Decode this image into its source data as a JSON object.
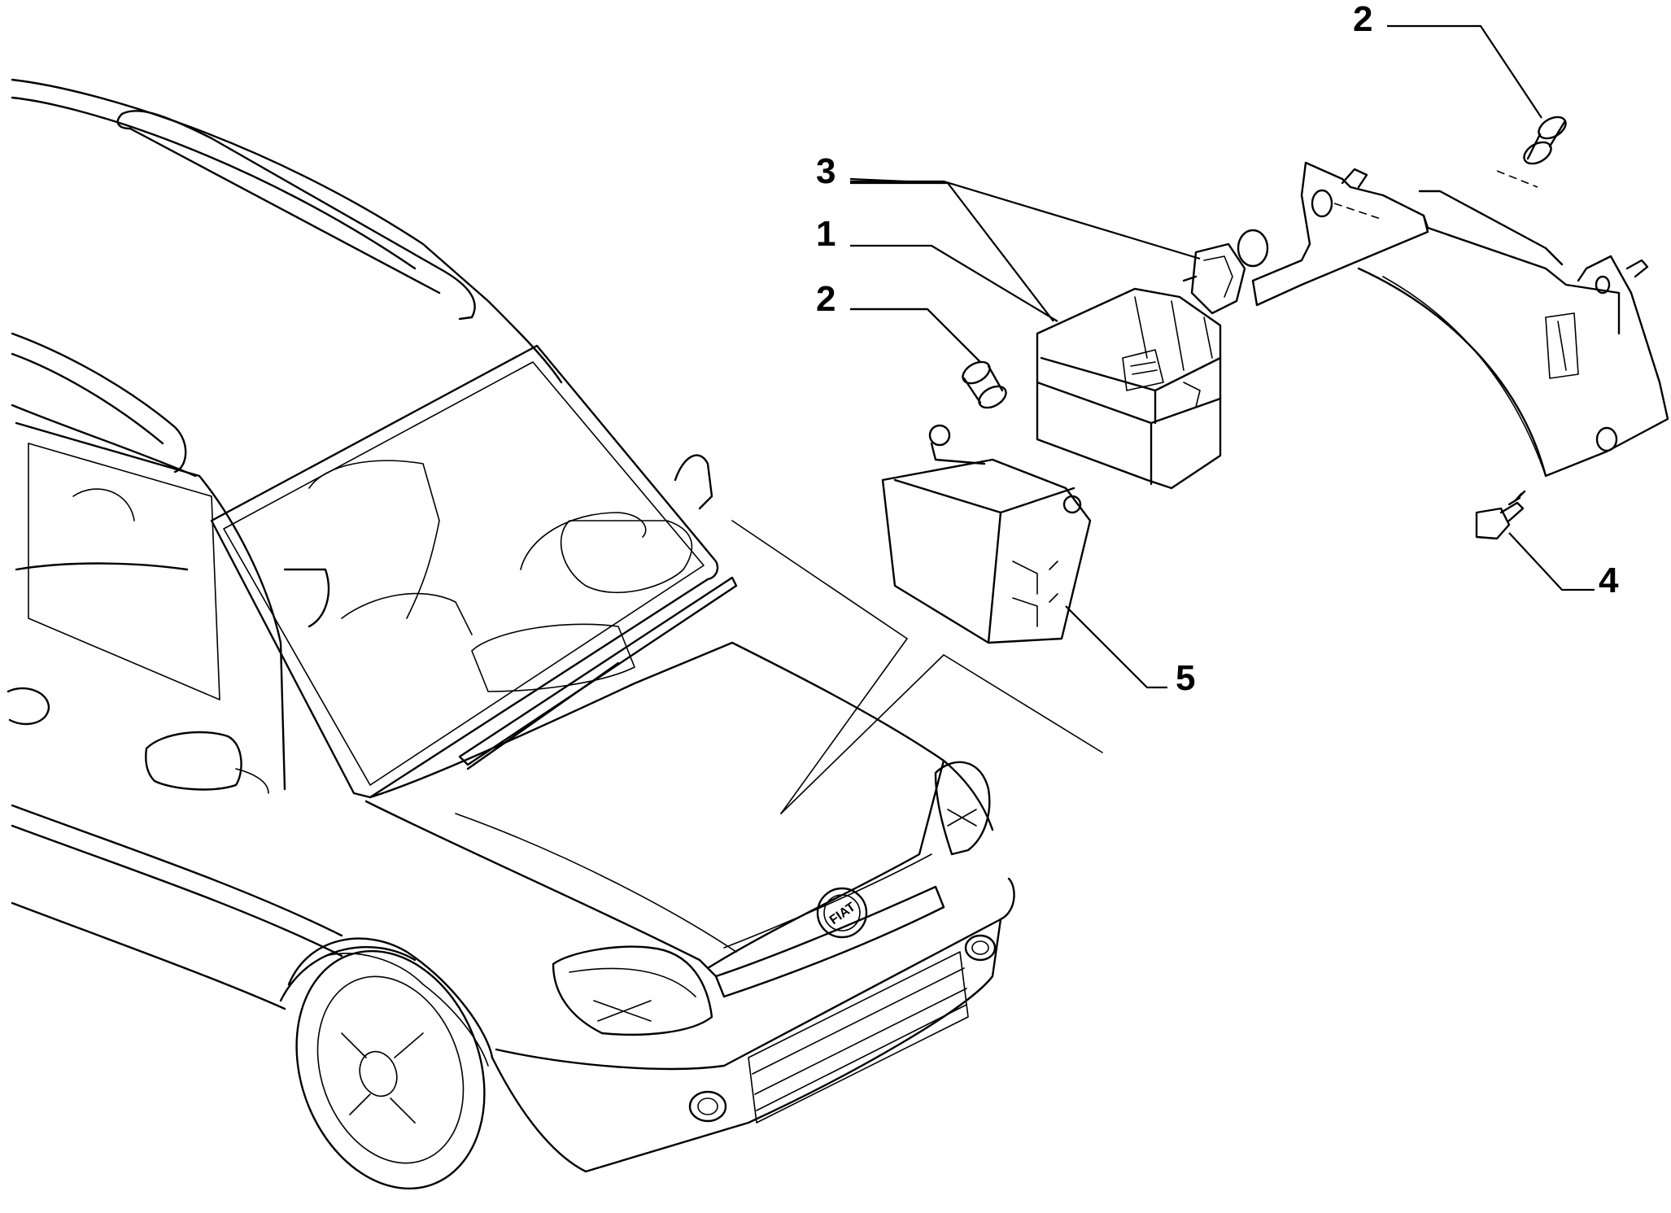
{
  "callouts": [
    {
      "id": "1",
      "label": "1"
    },
    {
      "id": "2a",
      "label": "2"
    },
    {
      "id": "2b",
      "label": "2"
    },
    {
      "id": "3",
      "label": "3"
    },
    {
      "id": "4",
      "label": "4"
    },
    {
      "id": "5",
      "label": "5"
    }
  ],
  "logo": {
    "text": "FIAT"
  }
}
